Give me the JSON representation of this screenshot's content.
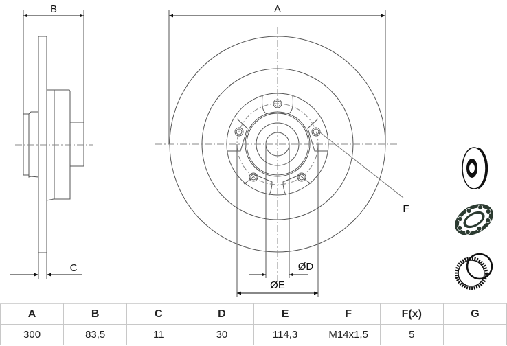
{
  "drawing": {
    "title": "Brake disc with hub bearing - technical drawing",
    "dimension_labels": {
      "A": "A",
      "B": "B",
      "C": "C",
      "D": "ØD",
      "E": "ØE",
      "F": "F"
    },
    "kit_icons": [
      "brake-disc-icon",
      "wheel-bearing-icon",
      "abs-ring-icon"
    ]
  },
  "table": {
    "headers": [
      "A",
      "B",
      "C",
      "D",
      "E",
      "F",
      "F(x)",
      "G"
    ],
    "values": [
      "300",
      "83,5",
      "11",
      "30",
      "114,3",
      "M14x1,5",
      "5",
      ""
    ]
  },
  "colors": {
    "line": "#555555",
    "centerline": "#888888",
    "table_border": "#c8c8c8",
    "text": "#111111"
  }
}
